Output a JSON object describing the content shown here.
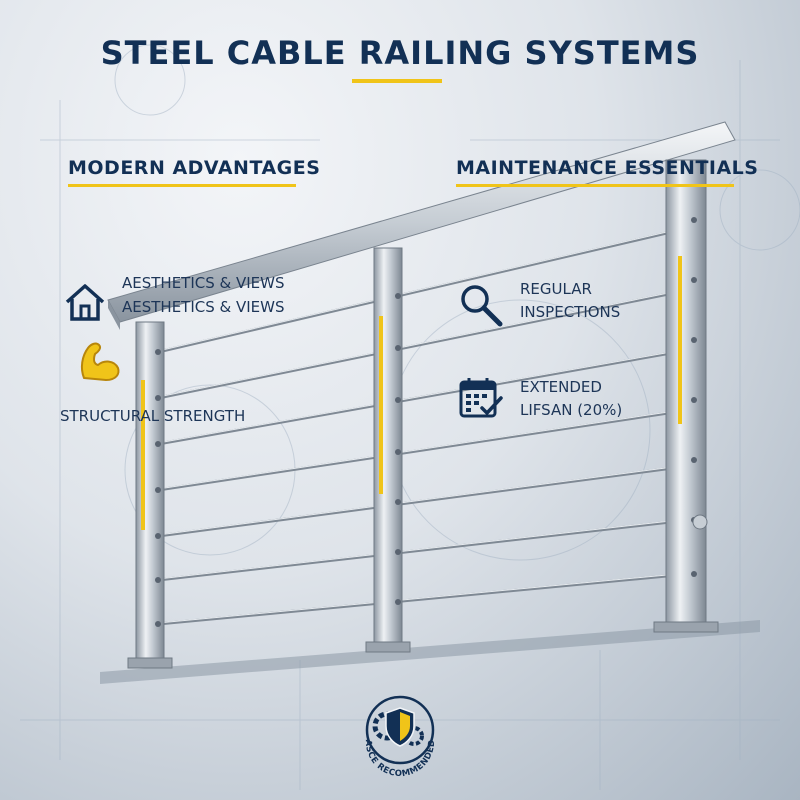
{
  "title": "STEEL CABLE RAILING SYSTEMS",
  "left_column": {
    "heading": "MODERN ADVANTAGES",
    "items": [
      {
        "icon": "house-icon",
        "line1": "AESTHETICS & VIEWS",
        "line2": "AESTHETICS & VIEWS"
      },
      {
        "icon": "flexed-arm-icon",
        "label": "STRUCTURAL STRENGTH"
      }
    ]
  },
  "right_column": {
    "heading": "MAINTENANCE ESSENTIALS",
    "items": [
      {
        "icon": "magnifier-icon",
        "line1": "REGULAR",
        "line2": "INSPECTIONS"
      },
      {
        "icon": "calendar-check-icon",
        "line1": "EXTENDED",
        "line2": "LIFSAN (20%)"
      }
    ]
  },
  "badge": {
    "icon": "shield-gear-icon",
    "text": "ASCE RECOMMENDED"
  },
  "colors": {
    "navy": "#123055",
    "accent": "#f0c419",
    "steel": "#b9c2cc"
  }
}
